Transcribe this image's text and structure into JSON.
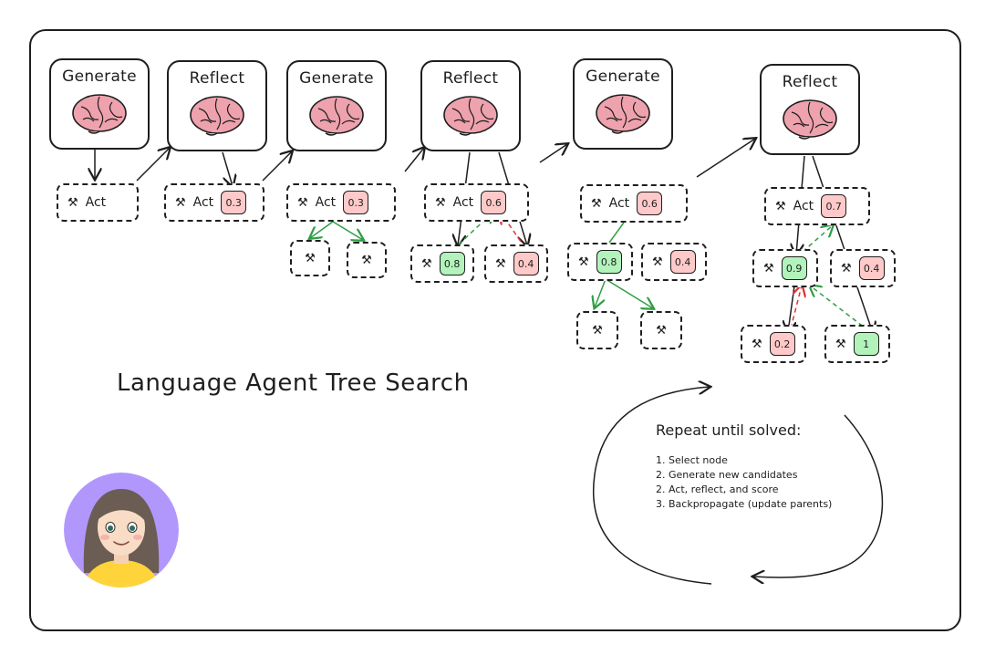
{
  "diagram": {
    "title": "Language Agent Tree Search",
    "stages": [
      {
        "label": "Generate",
        "icon": "brain-icon"
      },
      {
        "label": "Reflect",
        "icon": "brain-icon"
      },
      {
        "label": "Generate",
        "icon": "brain-icon"
      },
      {
        "label": "Reflect",
        "icon": "brain-icon"
      },
      {
        "label": "Generate",
        "icon": "brain-icon"
      },
      {
        "label": "Reflect",
        "icon": "brain-icon"
      }
    ],
    "act_label": "Act",
    "tool_icon": "⚒",
    "scores": {
      "s2": "0.3",
      "s3": "0.3",
      "s4_root": "0.6",
      "s4_left": "0.8",
      "s4_right": "0.4",
      "s5_root": "0.6",
      "s5_left": "0.8",
      "s5_right": "0.4",
      "s6_root": "0.7",
      "s6_mid": "0.9",
      "s6_right": "0.4",
      "s6_leaf_left": "0.2",
      "s6_leaf_right": "1"
    },
    "repeat": {
      "heading": "Repeat until solved:",
      "steps": [
        "1. Select node",
        "2. Generate new candidates",
        "2. Act, reflect, and score",
        "3. Backpropagate (update parents)"
      ]
    },
    "colors": {
      "red_score": "#ffc9c9",
      "green_score": "#b2f2bb",
      "green_arrow": "#2f9e44",
      "red_arrow": "#e03131",
      "brain": "#eea2ad",
      "avatar_bg": "#b197fc"
    }
  }
}
